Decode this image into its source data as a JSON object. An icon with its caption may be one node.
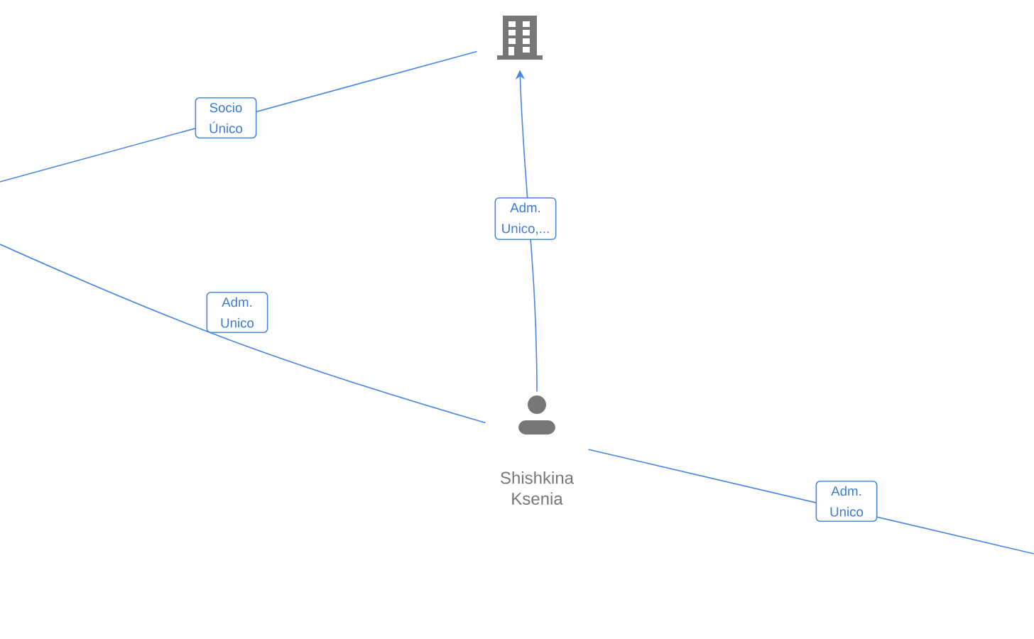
{
  "diagram": {
    "nodes": [
      {
        "text": [],
        "shape": "building"
      },
      {
        "text": [
          "Shishkina Ksenia"
        ]
      }
    ],
    "edges": [
      {
        "from": null,
        "to": 0,
        "arrow": "none",
        "label": "Socio Único"
      },
      {
        "from": 1,
        "to": 0,
        "arrow": "to",
        "label": "Adm. Unico,..."
      },
      {
        "from": null,
        "to": 1,
        "arrow": "none",
        "label": "Adm. Unico"
      },
      {
        "from": 1,
        "to": null,
        "arrow": "none",
        "label": "Adm. Unico"
      }
    ]
  }
}
